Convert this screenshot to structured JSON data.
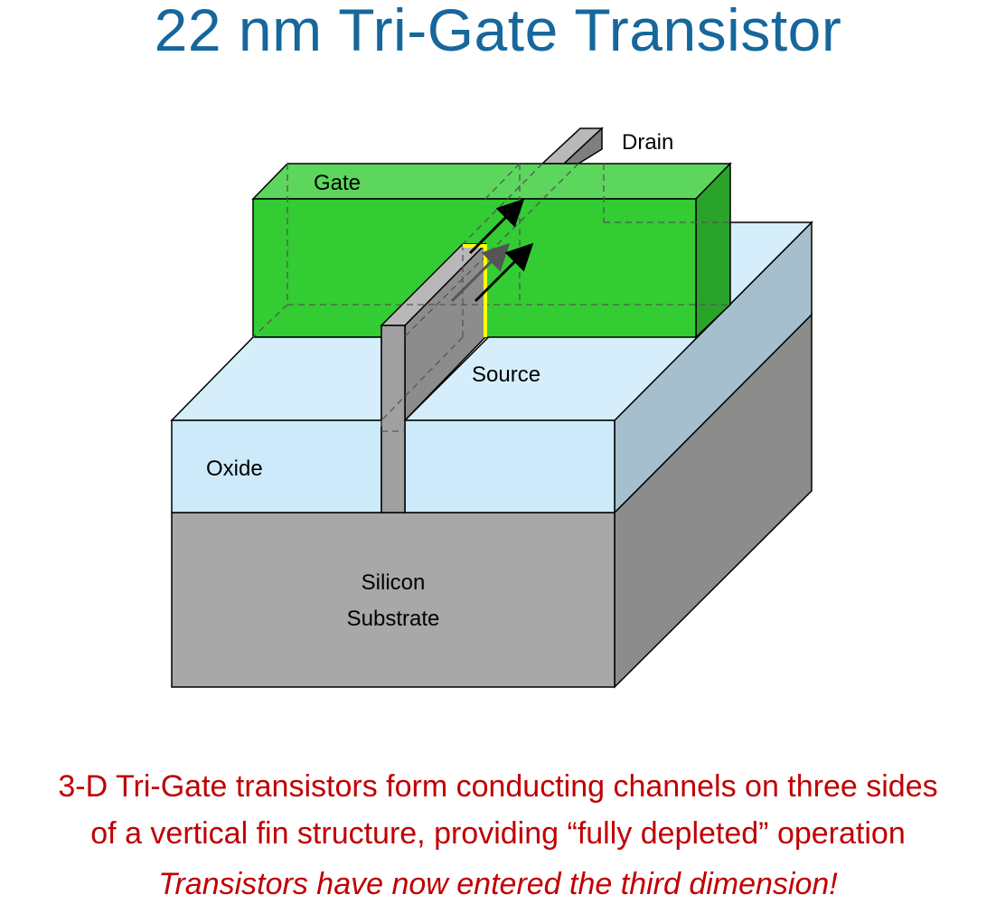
{
  "title": "22 nm Tri-Gate Transistor",
  "labels": {
    "drain": "Drain",
    "gate": "Gate",
    "source": "Source",
    "oxide": "Oxide",
    "silicon_line1": "Silicon",
    "silicon_line2": "Substrate"
  },
  "caption": {
    "line1": "3-D Tri-Gate transistors form conducting channels on three sides",
    "line2": "of a vertical fin structure, providing “fully depleted” operation",
    "line3": "Transistors have now entered the third dimension!"
  },
  "colors": {
    "title": "#15679c",
    "caption": "#c00000",
    "gate_front": "#33cc33",
    "gate_top": "#5cd65c",
    "gate_side": "#29a329",
    "oxide_front": "#cdeafa",
    "oxide_top": "#d6eefb",
    "oxide_side": "#a6bfcd",
    "substrate_front": "#a8a8a8",
    "substrate_side": "#8c8c8c",
    "fin": "#a0a0a0",
    "channel_highlight": "#ffff00"
  }
}
